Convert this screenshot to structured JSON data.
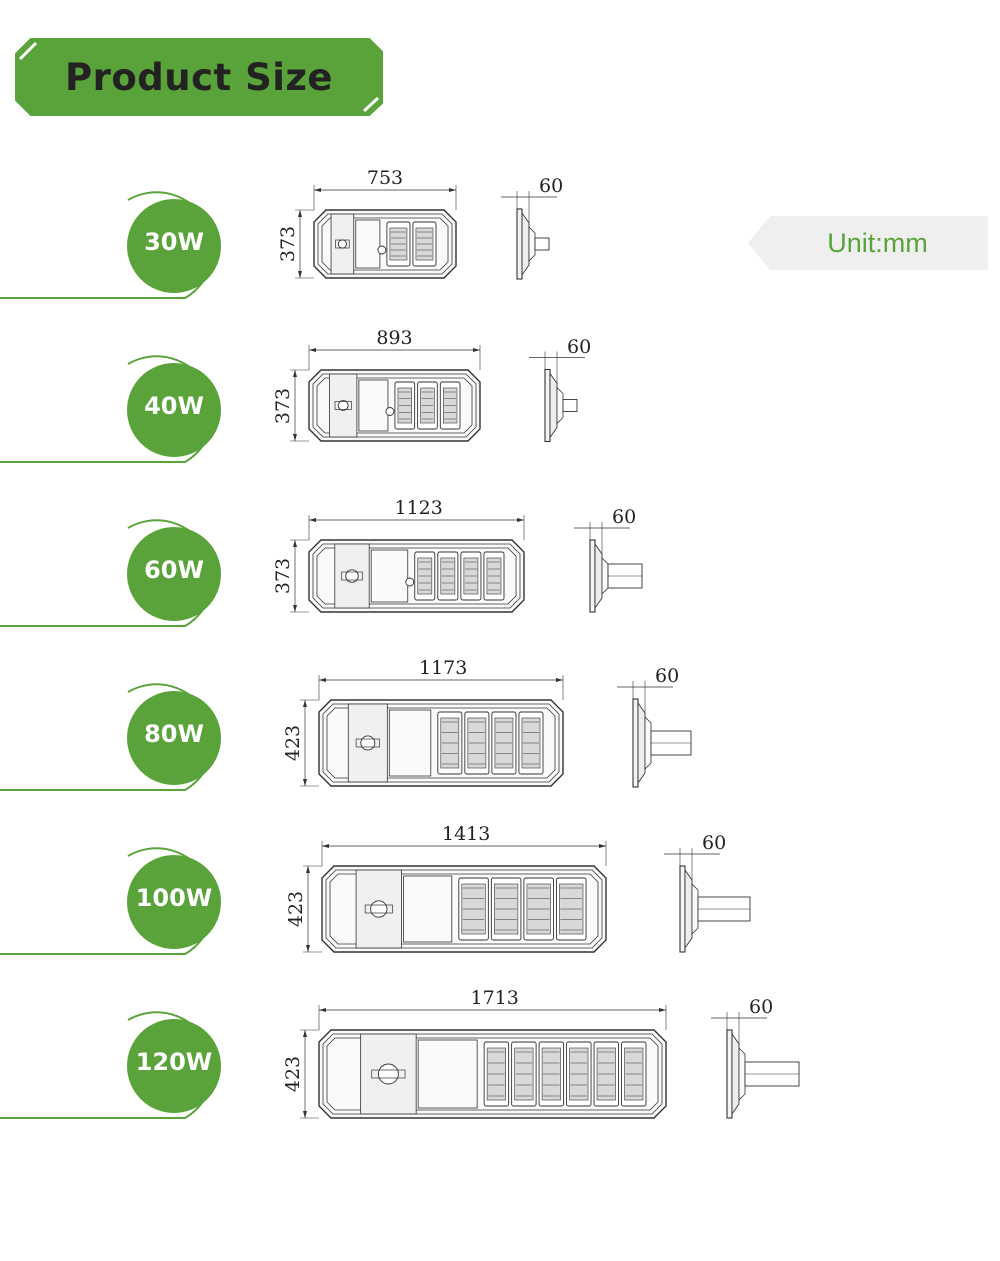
{
  "header": {
    "title": "Product Size"
  },
  "unit": {
    "label": "Unit:mm"
  },
  "colors": {
    "brand_green": "#5aa33a",
    "outline": "#333333",
    "text_dark": "#222222"
  },
  "products": [
    {
      "watt": "30W",
      "length": "753",
      "width": "373",
      "depth": "60"
    },
    {
      "watt": "40W",
      "length": "893",
      "width": "373",
      "depth": "60"
    },
    {
      "watt": "60W",
      "length": "1123",
      "width": "373",
      "depth": "60"
    },
    {
      "watt": "80W",
      "length": "1173",
      "width": "423",
      "depth": "60"
    },
    {
      "watt": "100W",
      "length": "1413",
      "width": "423",
      "depth": "60"
    },
    {
      "watt": "120W",
      "length": "1713",
      "width": "423",
      "depth": "60"
    }
  ]
}
